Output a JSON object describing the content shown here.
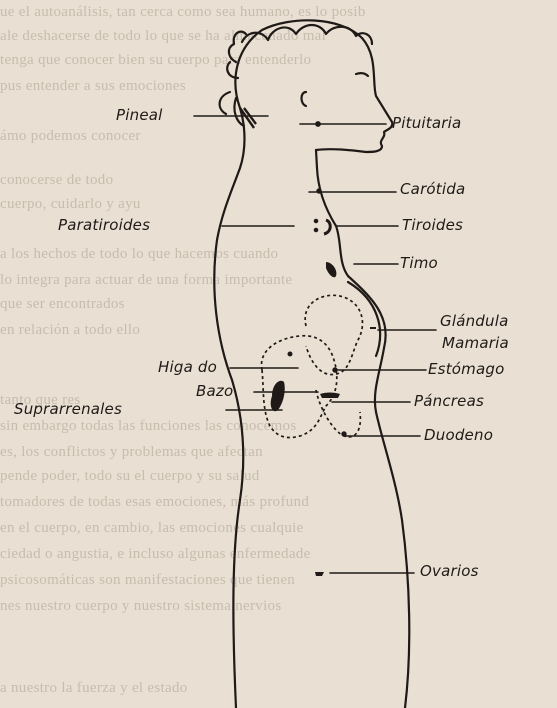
{
  "labels": {
    "pineal": "Pineal",
    "pituitaria": "Pituitaria",
    "carotida": "Carótida",
    "paratiroides": "Paratiroides",
    "tiroides": "Tiroides",
    "timo": "Timo",
    "glandula": "Glándula",
    "mamaria": "Mamaria",
    "higado": "Higa do",
    "estomago": "Estómago",
    "bazo": "Bazo",
    "suprarrenales": "Suprarrenales",
    "pancreas": "Páncreas",
    "duodeno": "Duodeno",
    "ovarios": "Ovarios"
  },
  "colors": {
    "ink": "#1f1a17",
    "paper": "#e9e0d3",
    "bleed_text": "#c7bcae"
  }
}
